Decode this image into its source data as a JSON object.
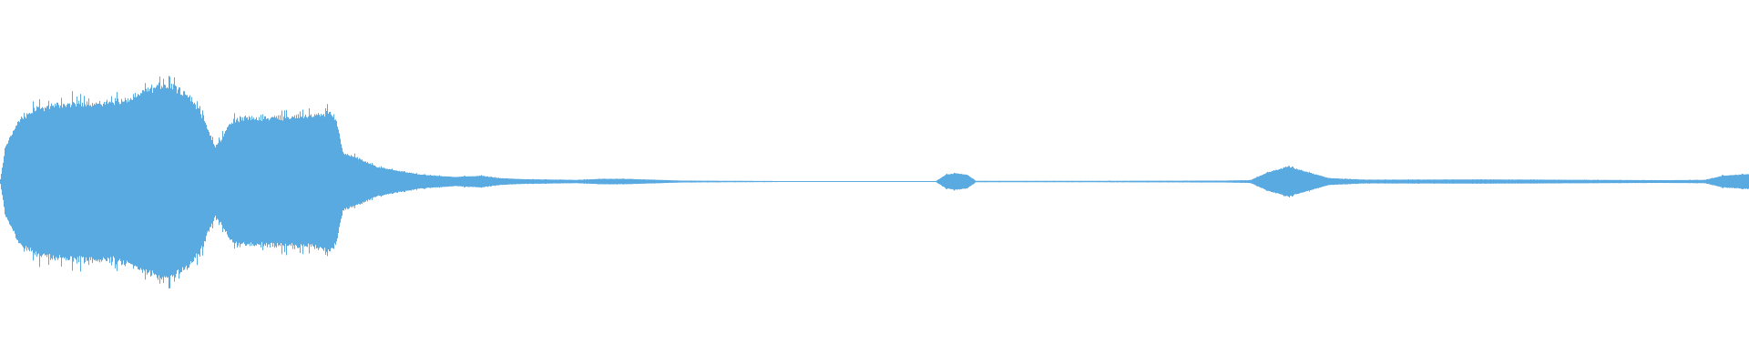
{
  "waveform": {
    "color": "#5AAAE2",
    "background": "#FFFFFF",
    "amplitude_envelope": [
      [
        0.0,
        0.02
      ],
      [
        0.003,
        0.3
      ],
      [
        0.01,
        0.52
      ],
      [
        0.02,
        0.63
      ],
      [
        0.035,
        0.67
      ],
      [
        0.05,
        0.68
      ],
      [
        0.065,
        0.69
      ],
      [
        0.075,
        0.72
      ],
      [
        0.085,
        0.8
      ],
      [
        0.092,
        0.84
      ],
      [
        0.1,
        0.82
      ],
      [
        0.108,
        0.74
      ],
      [
        0.115,
        0.58
      ],
      [
        0.12,
        0.4
      ],
      [
        0.123,
        0.3
      ],
      [
        0.126,
        0.36
      ],
      [
        0.132,
        0.52
      ],
      [
        0.14,
        0.55
      ],
      [
        0.16,
        0.56
      ],
      [
        0.18,
        0.57
      ],
      [
        0.188,
        0.6
      ],
      [
        0.192,
        0.55
      ],
      [
        0.196,
        0.25
      ],
      [
        0.205,
        0.2
      ],
      [
        0.215,
        0.13
      ],
      [
        0.225,
        0.1
      ],
      [
        0.24,
        0.06
      ],
      [
        0.26,
        0.04
      ],
      [
        0.275,
        0.05
      ],
      [
        0.285,
        0.03
      ],
      [
        0.3,
        0.02
      ],
      [
        0.33,
        0.014
      ],
      [
        0.345,
        0.024
      ],
      [
        0.36,
        0.022
      ],
      [
        0.39,
        0.008
      ],
      [
        0.45,
        0.004
      ],
      [
        0.475,
        0.002
      ],
      [
        0.535,
        0.003
      ],
      [
        0.541,
        0.06
      ],
      [
        0.547,
        0.072
      ],
      [
        0.553,
        0.06
      ],
      [
        0.558,
        0.006
      ],
      [
        0.62,
        0.006
      ],
      [
        0.7,
        0.008
      ],
      [
        0.715,
        0.012
      ],
      [
        0.725,
        0.08
      ],
      [
        0.737,
        0.13
      ],
      [
        0.748,
        0.08
      ],
      [
        0.76,
        0.03
      ],
      [
        0.78,
        0.016
      ],
      [
        0.85,
        0.018
      ],
      [
        0.95,
        0.012
      ],
      [
        0.975,
        0.014
      ],
      [
        0.985,
        0.05
      ],
      [
        1.0,
        0.065
      ]
    ]
  }
}
